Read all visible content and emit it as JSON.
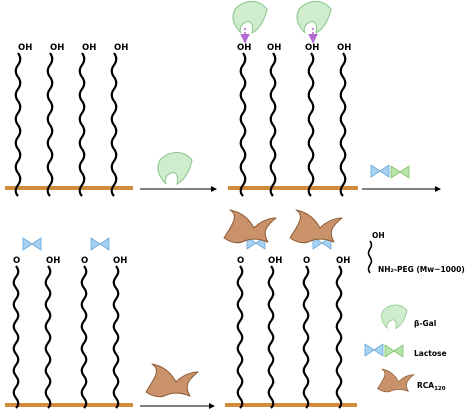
{
  "end_labels": {
    "oh": "OH",
    "o": "O"
  },
  "legend": {
    "peg_end": "OH",
    "peg_name": "NH₂-PEG (Mw~1000)",
    "enzyme": "β-Gal",
    "sugar": "Lactose",
    "lectin": "RCA",
    "lectin_sub": "120"
  },
  "colors": {
    "substrate": "#d08c3c",
    "enzyme_fill": "#cfeccd",
    "enzyme_stroke": "#8bc58b",
    "sugar_a": "#a7d3f3",
    "sugar_b": "#b7e5a9",
    "lectin_fill": "#c9926a",
    "lectin_stroke": "#8a5a35",
    "arrow_dash": "#b26ad0"
  },
  "icons": [
    "substrate-bar",
    "peg-chain",
    "beta-gal-icon",
    "lactose-icon",
    "rca-lectin-icon",
    "reaction-arrow-icon",
    "dashed-arrow-icon"
  ]
}
